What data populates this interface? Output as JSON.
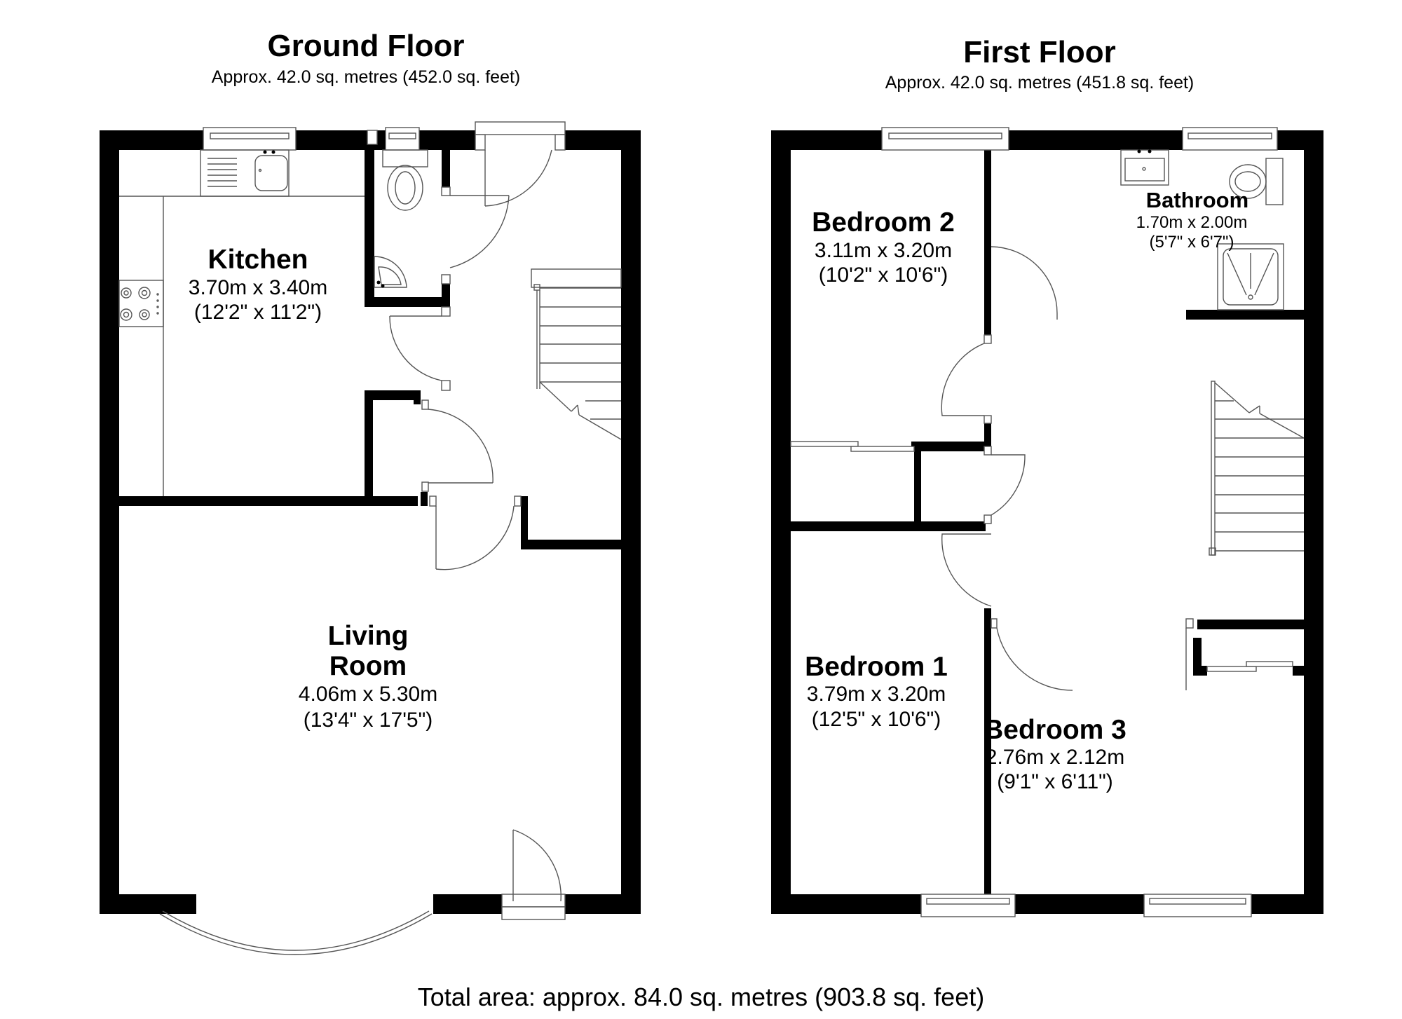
{
  "ground_floor": {
    "title": "Ground Floor",
    "area": "Approx. 42.0 sq. metres (452.0 sq. feet)",
    "rooms": [
      {
        "name": "Kitchen",
        "metric": "3.70m x 3.40m",
        "imperial": "(12'2\" x 11'2\")"
      },
      {
        "name_line1": "Living",
        "name_line2": "Room",
        "metric": "4.06m x 5.30m",
        "imperial": "(13'4\" x 17'5\")"
      }
    ],
    "fixtures": [
      "sink-icon",
      "hob-icon",
      "toilet-icon",
      "corner-basin-icon",
      "staircase",
      "bay-window",
      "front-door"
    ]
  },
  "first_floor": {
    "title": "First Floor",
    "area": "Approx. 42.0 sq. metres (451.8 sq. feet)",
    "rooms": [
      {
        "name": "Bedroom 2",
        "metric": "3.11m x 3.20m",
        "imperial": "(10'2\" x 10'6\")"
      },
      {
        "name": "Bathroom",
        "metric": "1.70m x 2.00m",
        "imperial": "(5'7\" x 6'7\")"
      },
      {
        "name": "Bedroom 1",
        "metric": "3.79m x 3.20m",
        "imperial": "(12'5\" x 10'6\")"
      },
      {
        "name": "Bedroom 3",
        "metric": "2.76m x 2.12m",
        "imperial": "(9'1\" x 6'11\")"
      }
    ],
    "fixtures": [
      "basin-icon",
      "toilet-icon",
      "shower-tray-icon",
      "staircase",
      "sliding-wardrobe"
    ]
  },
  "footer": {
    "total_area": "Total area: approx. 84.0 sq. metres (903.8 sq. feet)"
  },
  "colors": {
    "wall": "#000000",
    "line": "#555555",
    "background": "#ffffff"
  }
}
